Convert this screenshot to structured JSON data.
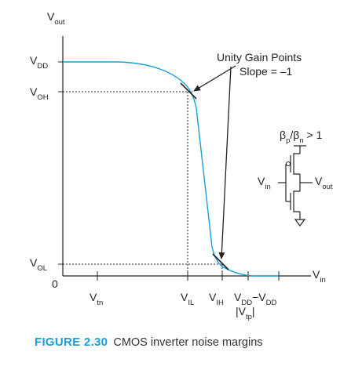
{
  "axes": {
    "y_label": "V",
    "y_label_sub": "out",
    "x_label": "V",
    "x_label_sub": "in",
    "origin": "0"
  },
  "y_ticks": [
    {
      "main": "V",
      "sub": "DD"
    },
    {
      "main": "V",
      "sub": "OH"
    },
    {
      "main": "V",
      "sub": "OL"
    }
  ],
  "x_ticks": [
    {
      "main": "V",
      "sub": "tn"
    },
    {
      "main": "V",
      "sub": "IL"
    },
    {
      "main": "V",
      "sub": "IH"
    },
    {
      "main": "V",
      "sub": "DD",
      "minus": "−",
      "main2": "V",
      "sub2": "DD"
    },
    {
      "abs_main": "|V",
      "abs_sub": "tp",
      "abs_close": "|"
    }
  ],
  "annotation": {
    "line1": "Unity Gain Points",
    "line2": "Slope = –1"
  },
  "inverter": {
    "beta_ratio": {
      "b1": "β",
      "s1": "p",
      "slash": "/β",
      "s2": "n",
      "rest": " > 1"
    },
    "vin": {
      "main": "V",
      "sub": "in"
    },
    "vout": {
      "main": "V",
      "sub": "out"
    }
  },
  "caption": {
    "number": "FIGURE 2.30",
    "text": "CMOS inverter noise margins"
  },
  "colors": {
    "curve": "#1a9ed8",
    "caption_accent": "#1a9ed8",
    "axis": "#222222"
  }
}
